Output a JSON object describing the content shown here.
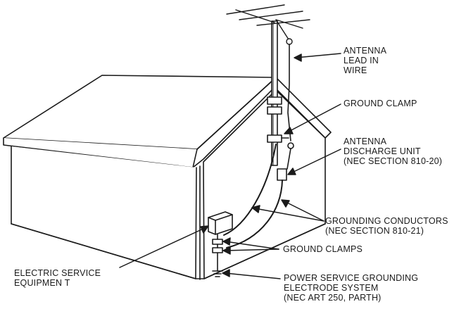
{
  "labels": {
    "antenna_lead_in_wire": [
      "ANTENNA",
      "LEAD IN",
      "WIRE"
    ],
    "ground_clamp": [
      "GROUND CLAMP"
    ],
    "antenna_discharge_unit": [
      "ANTENNA",
      "DISCHARGE UNIT",
      "(NEC SECTION 810-20)"
    ],
    "grounding_conductors": [
      "GROUNDING CONDUCTORS",
      "(NEC SECTION 810-21)"
    ],
    "ground_clamps": [
      "GROUND CLAMPS"
    ],
    "electric_service_equipment": [
      "ELECTRIC SERVICE",
      "EQUIPMEN T"
    ],
    "power_service_grounding": [
      "POWER SERVICE GROUNDING",
      "ELECTRODE SYSTEM",
      "(NEC ART 250, PARTH)"
    ]
  },
  "colors": {
    "line": "#1a1a1a",
    "background": "#ffffff"
  }
}
